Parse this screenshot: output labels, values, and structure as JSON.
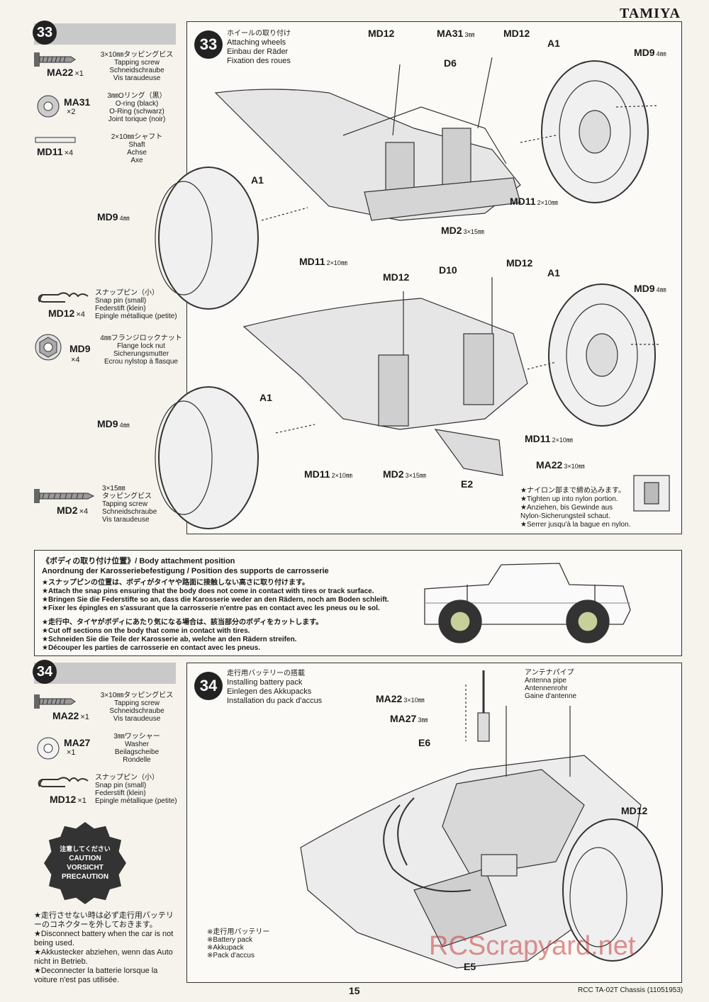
{
  "brand": "TAMIYA",
  "step33": {
    "number": "33",
    "title": [
      "ホイールの取り付け",
      "Attaching wheels",
      "Einbau der Räder",
      "Fixation des roues"
    ],
    "parts": [
      {
        "code": "MA22",
        "qty": "×1",
        "desc": [
          "3×10㎜タッピングビス",
          "Tapping screw",
          "Schneidschraube",
          "Vis taraudeuse"
        ],
        "icon": "screw-icon"
      },
      {
        "code": "MA31",
        "qty": "×2",
        "desc": [
          "3㎜Oリング（黒）",
          "O-ring (black)",
          "O-Ring (schwarz)",
          "Joint torique (noir)"
        ],
        "icon": "o-ring-icon"
      },
      {
        "code": "MD11",
        "qty": "×4",
        "desc": [
          "2×10㎜シャフト",
          "Shaft",
          "Achse",
          "Axe"
        ],
        "icon": "shaft-icon"
      },
      {
        "code": "MD12",
        "qty": "×4",
        "desc": [
          "スナップピン（小）",
          "Snap pin (small)",
          "Federstift (klein)",
          "Epingle métallique (petite)"
        ],
        "icon": "snap-pin-icon"
      },
      {
        "code": "MD9",
        "qty": "×4",
        "desc": [
          "4㎜フランジロックナット",
          "Flange lock nut",
          "Sicherungsmutter",
          "Ecrou nylstop à flasque"
        ],
        "icon": "lock-nut-icon"
      },
      {
        "code": "MD2",
        "qty": "×4",
        "desc": [
          "3×15㎜",
          "タッピングビス",
          "Tapping screw",
          "Schneidschraube",
          "Vis taraudeuse"
        ],
        "icon": "screw-icon"
      }
    ],
    "labels": {
      "md12": "MD12",
      "ma31": "MA31",
      "ma31_size": "3㎜",
      "d6": "D6",
      "a1": "A1",
      "md9": "MD9",
      "md9_size": "4㎜",
      "md11": "MD11",
      "md11_size": "2×10㎜",
      "md2": "MD2",
      "md2_size": "3×15㎜",
      "d10": "D10",
      "ma22": "MA22",
      "ma22_size": "3×10㎜",
      "e2": "E2"
    },
    "nylon_note": [
      "★ナイロン部まで締め込みます。",
      "★Tighten up into nylon portion.",
      "★Anziehen, bis Gewinde aus",
      "Nylon-Sicherungsteil schaut.",
      "★Serrer jusqu'à la bague en nylon."
    ]
  },
  "body_position": {
    "title": [
      "《ボディの取り付け位置》/ Body attachment position",
      "Anordnung der Karosseriebefestigung / Position des supports de carrosserie"
    ],
    "lines_a": [
      "★スナップピンの位置は、ボディがタイヤや路面に接触しない高さに取り付けます。",
      "★Attach the snap pins ensuring that the body does not come in contact with tires or track surface.",
      "★Bringen Sie die Federstifte so an, dass die Karosserie weder an den Rädern, noch am Boden schleift.",
      "★Fixer les épingles en s'assurant que la carrosserie n'entre pas en contact avec les pneus ou le sol."
    ],
    "lines_b": [
      "★走行中、タイヤがボディにあたり気になる場合は、該当部分のボディをカットします。",
      "★Cut off sections on the body that come in contact with tires.",
      "★Schneiden Sie die Teile der Karosserie ab, welche an den Rädern streifen.",
      "★Découper les parties de carrosserie en contact avec les pneus."
    ]
  },
  "step34": {
    "number": "34",
    "title": [
      "走行用バッテリーの搭載",
      "Installing battery pack",
      "Einlegen des Akkupacks",
      "Installation du pack d'accus"
    ],
    "parts": [
      {
        "code": "MA22",
        "qty": "×1",
        "desc": [
          "3×10㎜タッピングビス",
          "Tapping screw",
          "Schneidschraube",
          "Vis taraudeuse"
        ],
        "icon": "screw-icon"
      },
      {
        "code": "MA27",
        "qty": "×1",
        "desc": [
          "3㎜ワッシャー",
          "Washer",
          "Beilagscheibe",
          "Rondelle"
        ],
        "icon": "washer-icon"
      },
      {
        "code": "MD12",
        "qty": "×1",
        "desc": [
          "スナップピン（小）",
          "Snap pin (small)",
          "Federstift (klein)",
          "Epingle métallique (petite)"
        ],
        "icon": "snap-pin-icon"
      }
    ],
    "labels": {
      "antenna": [
        "アンテナパイプ",
        "Antenna pipe",
        "Antennenrohr",
        "Gaine d'antenne"
      ],
      "ma22": "MA22",
      "ma22_size": "3×10㎜",
      "ma27": "MA27",
      "ma27_size": "3㎜",
      "e6": "E6",
      "md12": "MD12",
      "e5": "E5",
      "battery": [
        "※走行用バッテリー",
        "※Battery pack",
        "※Akkupack",
        "※Pack d'accus"
      ]
    }
  },
  "caution": {
    "badge": [
      "注意してください",
      "CAUTION",
      "VORSICHT",
      "PRECAUTION"
    ],
    "text": [
      "★走行させない時は必ず走行用バッテリーのコネクターを外しておきます。",
      "★Disconnect battery when the car is not being used.",
      "★Akkustecker abziehen, wenn das Auto nicht in Betrieb.",
      "★Deconnecter la batterie lorsque la voiture n'est pas utilisée."
    ]
  },
  "watermark": "RCScrapyard.net",
  "footer": {
    "page": "15",
    "model": "RCC TA-02T Chassis (11051953)"
  }
}
